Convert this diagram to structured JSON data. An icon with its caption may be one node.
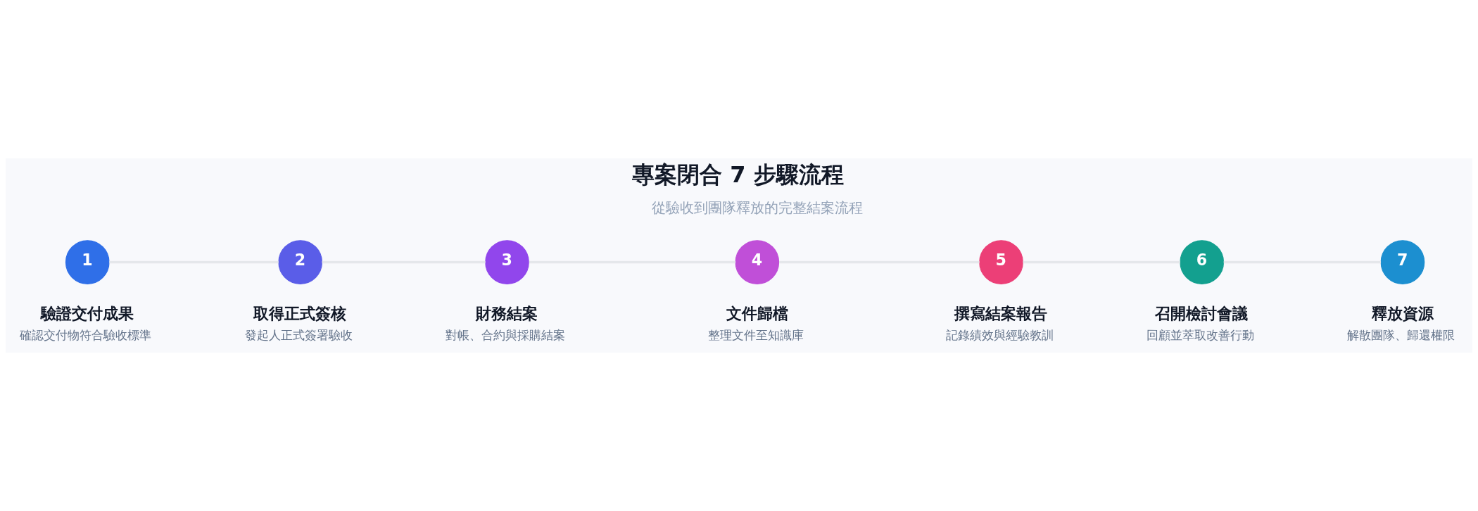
{
  "diagram": {
    "title": "專案閉合 7 步驟流程",
    "nodes": [
      {
        "text": [
          "1"
        ],
        "beside": [
          "驗證交付成果",
          "確認交付物符合驗收標準"
        ]
      },
      {
        "text": [
          "2"
        ],
        "beside": [
          "取得正式簽核",
          "發起人正式簽署驗收"
        ]
      },
      {
        "text": [
          "3"
        ],
        "beside": [
          "財務結案",
          "對帳、合約與採購結案"
        ]
      },
      {
        "text": [
          "4"
        ],
        "beside": [
          "文件歸檔",
          "整理文件至知識庫"
        ]
      },
      {
        "text": [
          "5"
        ],
        "beside": [
          "撰寫結案報告",
          "記錄績效與經驗教訓"
        ]
      },
      {
        "text": [
          "6"
        ],
        "beside": [
          "召開檢討會議",
          "回顧並萃取改善行動"
        ]
      },
      {
        "text": [
          "7"
        ],
        "beside": [
          "釋放資源",
          "解散團隊、歸還權限"
        ]
      }
    ],
    "edges": [
      {
        "from": 0,
        "to": 1,
        "arrow": "none"
      },
      {
        "from": 1,
        "to": 2,
        "arrow": "none"
      },
      {
        "from": 2,
        "to": 3,
        "arrow": "none"
      },
      {
        "from": 3,
        "to": 4,
        "arrow": "none"
      },
      {
        "from": 4,
        "to": 5,
        "arrow": "none"
      },
      {
        "from": 5,
        "to": 6,
        "arrow": "none"
      }
    ],
    "labels": [
      "從驗收到團隊釋放的完整結案流程"
    ]
  }
}
